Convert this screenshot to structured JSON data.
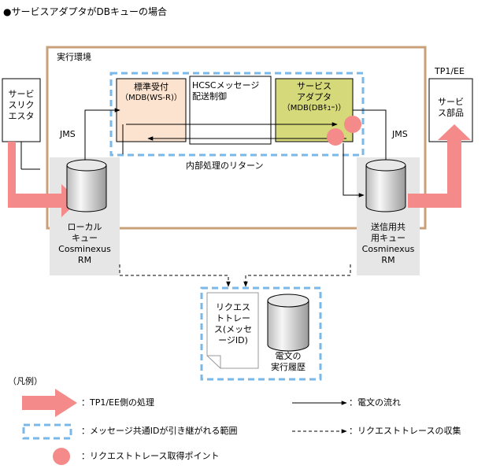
{
  "title": "●サービスアダプタがDBキューの場合",
  "exec_env": "実行環境",
  "requester": [
    "サービ",
    "スリク",
    "エスタ"
  ],
  "tp1_label": "TP1/EE",
  "service_part": [
    "サービ",
    "ス部品"
  ],
  "standard_receive": [
    "標準受付",
    "（MDB(WS-R)）"
  ],
  "hcsc_control": [
    "HCSCメッセージ",
    "配送制御"
  ],
  "service_adapter": [
    "サービス",
    "アダプタ",
    "（MDB(DBｷｭｰ)）"
  ],
  "jms_left": "JMS",
  "jms_right": "JMS",
  "internal_return": "内部処理のリターン",
  "local_queue": [
    "ローカル",
    "キュー",
    "Cosminexus",
    "RM"
  ],
  "send_queue": [
    "送信用共",
    "用キュー",
    "Cosminexus",
    "RM"
  ],
  "request_trace_doc": [
    "リクエス",
    "トトレー",
    "ス(メッセ",
    "ージID)"
  ],
  "message_history": [
    "電文の",
    "実行履歴"
  ],
  "legend": {
    "title": "（凡例）",
    "tp1_processing": "：TP1/EE側の処理",
    "message_flow": "：電文の流れ",
    "id_scope": "：メッセージ共通IDが引き継がれる範囲",
    "trace_collect": "：リクエストトレースの収集",
    "trace_point": "：リクエストトレース取得ポイント"
  },
  "colors": {
    "exec_env_border": "#c8a07a",
    "pink": "#f48a8a",
    "dashed_blue": "#79b8e8",
    "standard_fill": "#fbe3cf",
    "adapter_fill": "#d6d97a",
    "queue_bg": "#e6e6e6"
  }
}
